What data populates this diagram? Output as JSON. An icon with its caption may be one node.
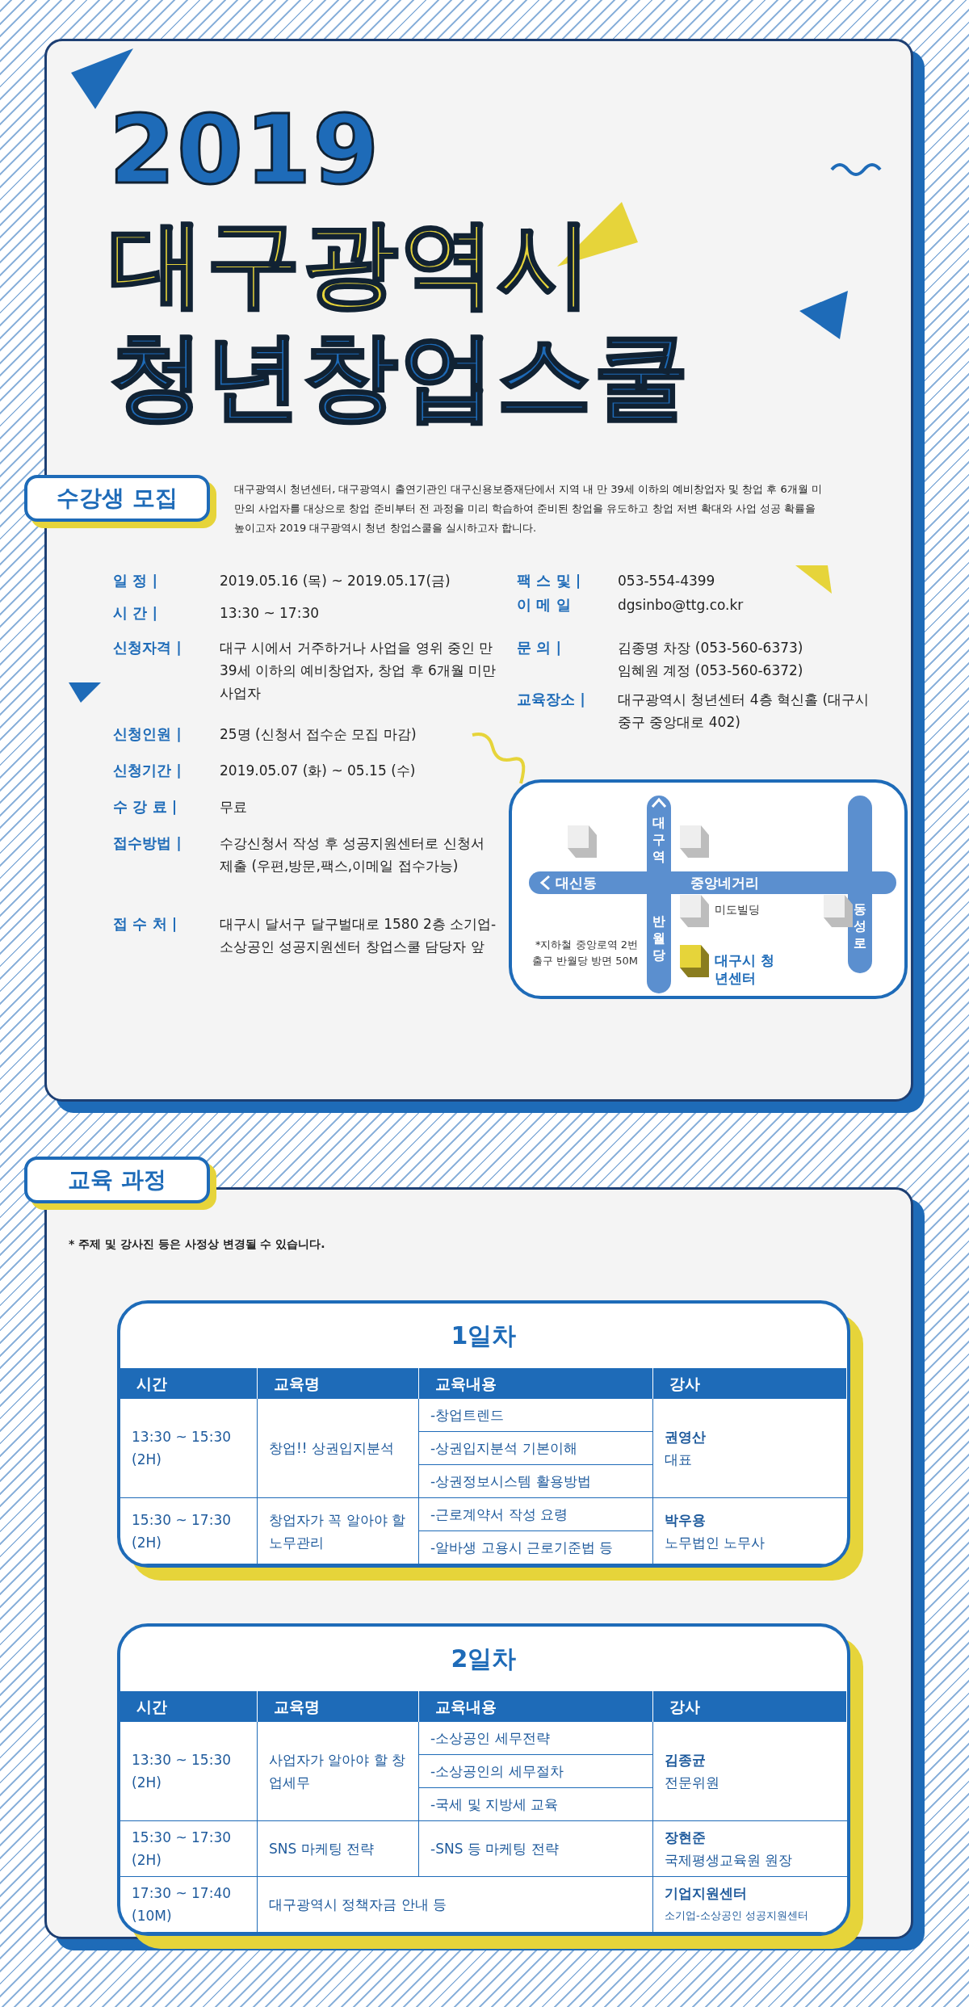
{
  "diagram": {
    "title": "2019 대구광역시 청년창업스쿨",
    "nodes": [
      {
        "text": [
          "수강생 모집"
        ]
      },
      {
        "text": [
          "교육 과정"
        ]
      },
      {
        "text": [
          "1일차"
        ]
      },
      {
        "text": [
          "2일차"
        ]
      }
    ],
    "labels": [
      "대구광역시 청년센터, 대구광역시 출연기관인 대구신용보증재단에서 지역 내 만 39세 이하의 예비창업자 및 창업 후 6개월 미만의 사업자를 대상으로 창업 준비부터 전 과정을 미리 학습하여 준비된 창업을 유도하고 창업 저변 확대와 사업 성공 확률을 높이고자 2019 대구광역시 청년 창업스쿨을 실시하고자 합니다.",
      "일 정 |",
      "2019.05.16 (목) ~ 2019.05.17(금)",
      "시 간 |",
      "13:30 ~ 17:30",
      "신청자격 |",
      "대구 시에서 거주하거나 사업을 영위 중인 만 39세 이하의 예비창업자, 창업 후 6개월 미만 사업자",
      "신청인원 |",
      "25명 (신청서 접수순 모집 마감)",
      "신청기간 |",
      "2019.05.07 (화) ~ 05.15 (수)",
      "수 강 료 |",
      "무료",
      "접수방법 |",
      "수강신청서 작성 후 성공지원센터로 신청서 제출 (우편,방문,팩스,이메일 접수가능)",
      "접 수 처 |",
      "대구시 달서구 달구벌대로 1580 2층 소기업-소상공인 성공지원센터 창업스쿨 담당자 앞",
      "팩 스 및 |",
      "053-554-4399",
      "이 메 일",
      "dgsinbo@ttg.co.kr",
      "문 의 |",
      "김종명 차장 (053-560-6373)",
      "임혜원 계정 (053-560-6372)",
      "교육장소 |",
      "대구광역시 청년센터 4층 혁신홀 (대구시 중구 중앙대로 402)",
      "대구역",
      "대신동",
      "중앙네거리",
      "동성로",
      "미도빌딩",
      "*지하철 중앙로역 2번 출구 반월당 방면 50M",
      "반월당",
      "대구시 청년센터",
      "* 주제 및 강사진 등은 사정상 변경될 수 있습니다.",
      "시간",
      "교육명",
      "교육내용",
      "강사",
      "13:30 ~ 15:30 (2H)",
      "창업!! 상권입지분석",
      "-창업트렌드",
      "-상권입지분석 기본이해",
      "-상권정보시스템 활용방법",
      "권영산",
      "대표",
      "15:30 ~ 17:30 (2H)",
      "창업자가 꼭 알아야 할 노무관리",
      "-근로계약서 작성 요령",
      "-알바생 고용시 근로기준법 등",
      "박우용",
      "노무법인 노무사",
      "시간",
      "교육명",
      "교육내용",
      "강사",
      "13:30 ~ 15:30 (2H)",
      "사업자가 알아야 할 창업세무",
      "-소상공인 세무전략",
      "-소상공인의 세무절차",
      "-국세 및 지방세 교육",
      "김종균",
      "전문위원",
      "15:30 ~ 17:30 (2H)",
      "SNS 마케팅 전략",
      "-SNS 등 마케팅 전략",
      "장현준",
      "국제평생교육원 원장",
      "17:30 ~ 17:40 (10M)",
      "대구광역시 정책자금 안내 등",
      "기업지원센터",
      "소기업-소상공인 성공지원센터"
    ]
  }
}
